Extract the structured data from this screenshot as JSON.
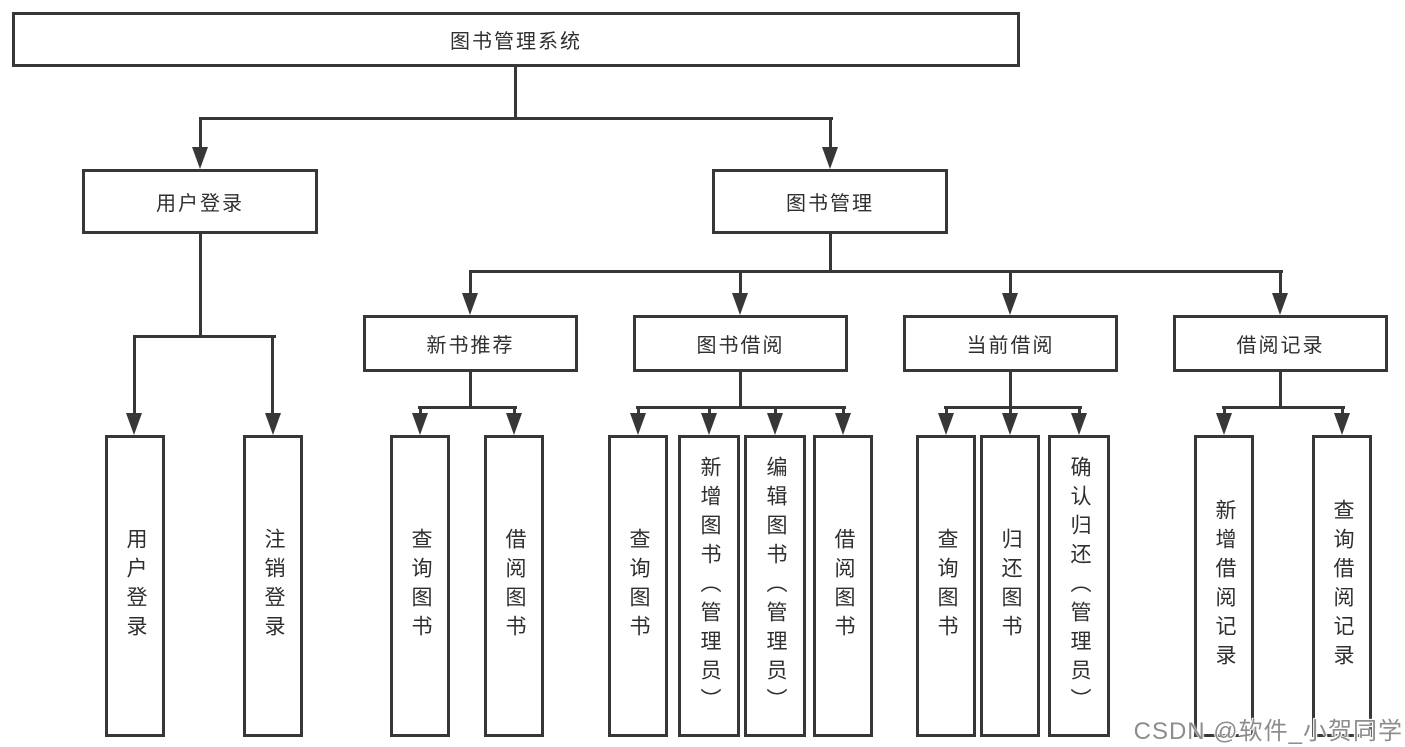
{
  "diagram": {
    "type": "hierarchy-tree",
    "watermark": "CSDN @软件_小贺同学",
    "colors": {
      "line": "#373737",
      "box_border": "#373737",
      "text": "#2f2f2f",
      "background": "#ffffff",
      "watermark_text": "#8d8d8d"
    },
    "tree": {
      "label": "图书管理系统",
      "children": [
        {
          "label": "用户登录",
          "children": [
            {
              "label": "用户登录"
            },
            {
              "label": "注销登录"
            }
          ]
        },
        {
          "label": "图书管理",
          "children": [
            {
              "label": "新书推荐",
              "children": [
                {
                  "label": "查询图书"
                },
                {
                  "label": "借阅图书"
                }
              ]
            },
            {
              "label": "图书借阅",
              "children": [
                {
                  "label": "查询图书"
                },
                {
                  "label": "新增图书（管理员）"
                },
                {
                  "label": "编辑图书（管理员）"
                },
                {
                  "label": "借阅图书"
                }
              ]
            },
            {
              "label": "当前借阅",
              "children": [
                {
                  "label": "查询图书"
                },
                {
                  "label": "归还图书"
                },
                {
                  "label": "确认归还（管理员）"
                }
              ]
            },
            {
              "label": "借阅记录",
              "children": [
                {
                  "label": "新增借阅记录"
                },
                {
                  "label": "查询借阅记录"
                }
              ]
            }
          ]
        }
      ]
    }
  }
}
